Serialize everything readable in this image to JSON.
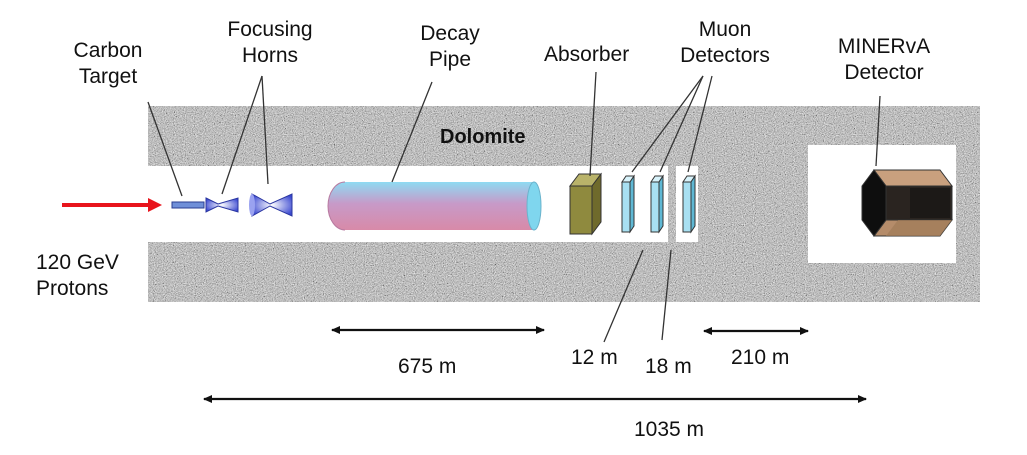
{
  "colors": {
    "proton_arrow": "#e8141c",
    "rock_base": "#a9a9a9",
    "absorber": "#8f8a3e",
    "muon_detector": "#a8e0f2",
    "pipe_body": "#d294b4",
    "pipe_top": "#8fdaf2",
    "horn": "#4452d6",
    "minerva_side": "#b58c6a",
    "minerva_front": "#1a1a1a"
  },
  "icons": {
    "target": "rod-shape",
    "horns": "horn-cone-shape",
    "pipe": "cylinder-shape",
    "absorber": "box-shape",
    "muon_detector": "slab-shape",
    "minerva": "hexagonal-prism-shape"
  },
  "labels": {
    "carbon_target": [
      "Carbon",
      "Target"
    ],
    "focusing_horns": [
      "Focusing",
      "Horns"
    ],
    "decay_pipe": [
      "Decay",
      "Pipe"
    ],
    "absorber": "Absorber",
    "muon_detectors": [
      "Muon",
      "Detectors"
    ],
    "minerva_detector": [
      "MINERvA",
      "Detector"
    ],
    "rock": "Dolomite",
    "protons": [
      "120 GeV",
      "Protons"
    ]
  },
  "distances": {
    "decay": "675 m",
    "muon1": "12 m",
    "muon2": "18 m",
    "to_detector": "210 m",
    "total": "1035 m"
  }
}
